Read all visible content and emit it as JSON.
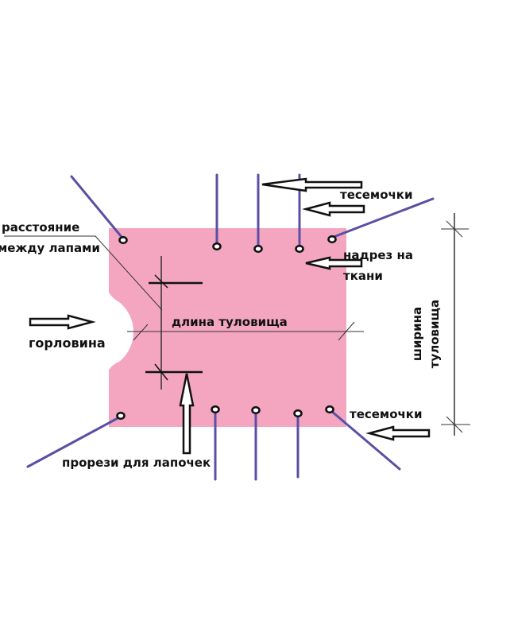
{
  "labels": {
    "ties_top": "тесемочки",
    "notch_line1": "надрез на",
    "notch_line2": "ткани",
    "ties_bottom": "тесемочки",
    "body_length": "длина туловища",
    "neckline": "горловина",
    "leg_slots": "прорези для лапочек",
    "leg_distance_line1": "расстояние",
    "leg_distance_line2": "между лапами",
    "body_width_line1": "ширина",
    "body_width_line2": "туловища"
  },
  "colors": {
    "fabric": "#f4a6c0",
    "strings": "#5a4fa3"
  }
}
